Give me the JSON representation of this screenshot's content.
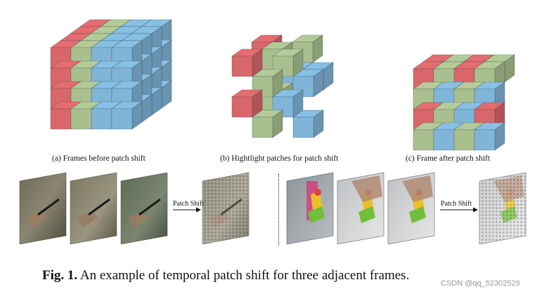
{
  "captions": {
    "a": "(a) Frames before patch shift",
    "b": "(b) Hightlight patches for patch shift",
    "c": "(c) Frame after patch shift"
  },
  "arrows": {
    "left": "Patch Shift",
    "right": "Patch Shift"
  },
  "figure": {
    "label": "Fig. 1.",
    "text": "An example of temporal patch shift for three adjacent frames."
  },
  "watermark": "CSDN @qq_52302529",
  "colors": {
    "red": "#d9666a",
    "green": "#a9c08e",
    "blue": "#7fb5d8"
  }
}
